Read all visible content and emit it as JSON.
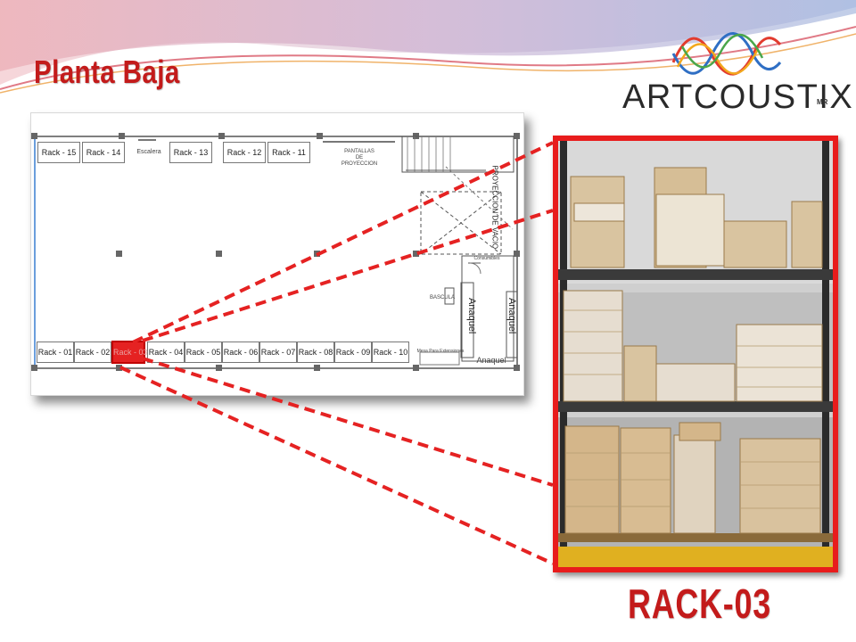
{
  "slide": {
    "title": "Planta Baja",
    "caption": "RACK-03"
  },
  "logo": {
    "text": "ARTCOUSTIX",
    "mark": "MR"
  },
  "floor_plan": {
    "racks_top": [
      {
        "label": "Rack - 15"
      },
      {
        "label": "Rack - 14"
      },
      {
        "label": "Rack - 13"
      },
      {
        "label": "Rack - 12"
      },
      {
        "label": "Rack - 11"
      }
    ],
    "racks_bottom": [
      {
        "label": "Rack - 01"
      },
      {
        "label": "Rack - 02"
      },
      {
        "label": "Rack - 03"
      },
      {
        "label": "Rack - 04"
      },
      {
        "label": "Rack - 05"
      },
      {
        "label": "Rack - 06"
      },
      {
        "label": "Rack - 07"
      },
      {
        "label": "Rack - 08"
      },
      {
        "label": "Rack - 09"
      },
      {
        "label": "Rack - 10"
      }
    ],
    "highlighted_rack": "Rack - 03",
    "labels": {
      "escalera": "Escalera",
      "pantallas": "PANTALLAS\nDE\nPROYECCION",
      "proyeccion": "PROYECCION DE VACIO",
      "bascula": "BASCULA",
      "anaquel_1": "Anaquel",
      "anaquel_2": "Anaquel",
      "anaquel_3": "Anaquel",
      "mesa": "Mesa Para Extensiones",
      "consumibles": "Consumibles"
    }
  },
  "colors": {
    "accent_red": "#c31b1b",
    "callout_red": "#e52222"
  }
}
